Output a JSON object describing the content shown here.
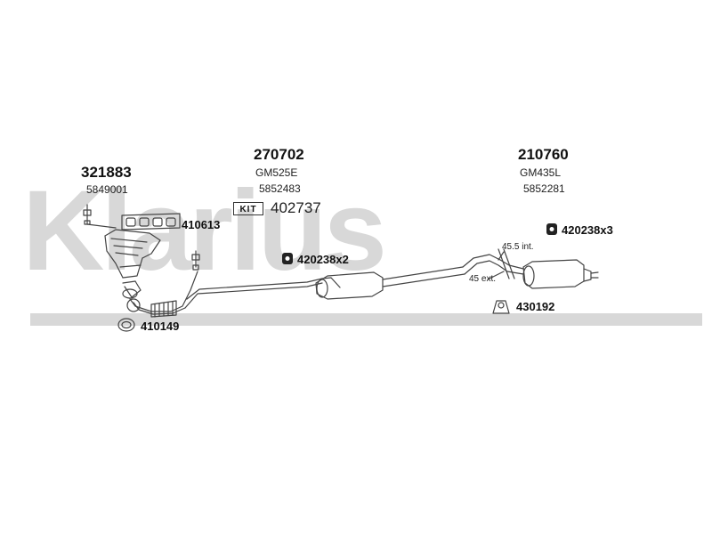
{
  "watermark": {
    "text": "Klarius"
  },
  "parts": {
    "left_group": {
      "number": "321883",
      "ref": "5849001"
    },
    "middle_group": {
      "number": "270702",
      "model": "GM525E",
      "ref": "5852483"
    },
    "right_group": {
      "number": "210760",
      "model": "GM435L",
      "ref": "5852281"
    }
  },
  "kit": {
    "label": "KIT",
    "number": "402737"
  },
  "fittings": {
    "gasket_manifold": "410613",
    "mount_mid": "420238x2",
    "mount_rear": "420238x3",
    "clamp_front": "410149",
    "hanger_rear": "430192"
  },
  "dimensions": {
    "internal": "45.5 int.",
    "external": "45 ext."
  },
  "colors": {
    "watermark": "#d8d8d8",
    "line": "#444444",
    "ink": "#111111"
  },
  "icons": {
    "mount": "rubber-mount-icon",
    "clamp": "clamp-ring-icon",
    "hanger": "hanger-bracket-icon"
  }
}
